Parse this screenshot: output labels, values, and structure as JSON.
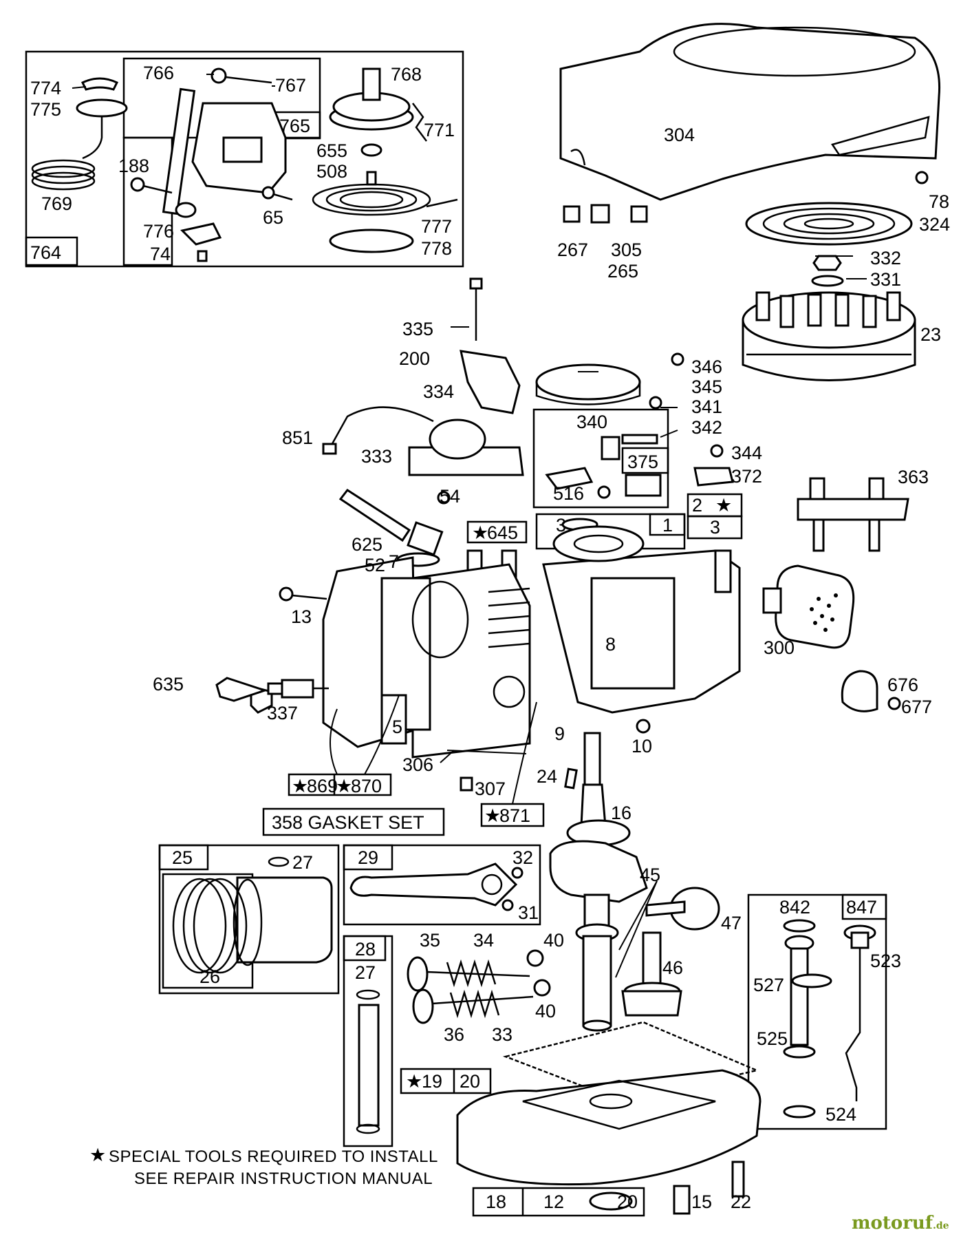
{
  "diagram": {
    "title": "",
    "labels": {
      "p774": "774",
      "p775": "775",
      "p769": "769",
      "p764": "764",
      "p766": "766",
      "p767": "767",
      "p765": "765",
      "p768": "768",
      "p771": "771",
      "p655": "655",
      "p508": "508",
      "p777": "777",
      "p778": "778",
      "p188": "188",
      "p776": "776",
      "p74": "74",
      "p65": "65",
      "p304": "304",
      "p78": "78",
      "p324": "324",
      "p267": "267",
      "p305": "305",
      "p265": "265",
      "p332": "332",
      "p331": "331",
      "p23": "23",
      "p335": "335",
      "p200": "200",
      "p334": "334",
      "p851": "851",
      "p333": "333",
      "p346": "346",
      "p345": "345",
      "p341": "341",
      "p340": "340",
      "p342": "342",
      "p375": "375",
      "p344": "344",
      "p372": "372",
      "p516": "516",
      "p363": "363",
      "p54": "54",
      "p625": "625",
      "p52": "52",
      "p645": "645",
      "p3a": "3",
      "p1": "1",
      "p2": "2",
      "p3b": "3",
      "p7": "7",
      "p13": "13",
      "p8": "8",
      "p300": "300",
      "p635": "635",
      "p337": "337",
      "p5": "5",
      "p9": "9",
      "p10": "10",
      "p676": "676",
      "p677": "677",
      "p306": "306",
      "p307": "307",
      "p24": "24",
      "p869": "869",
      "p870": "870",
      "p871": "871",
      "p16": "16",
      "p25": "25",
      "p27a": "27",
      "p26": "26",
      "p29": "29",
      "p32": "32",
      "p31": "31",
      "p45": "45",
      "p47": "47",
      "p46": "46",
      "p842": "842",
      "p847": "847",
      "p523": "523",
      "p527": "527",
      "p525": "525",
      "p524": "524",
      "p28": "28",
      "p27b": "27",
      "p35": "35",
      "p34": "34",
      "p40a": "40",
      "p36": "36",
      "p33": "33",
      "p40b": "40",
      "p19": "19",
      "p20a": "20",
      "p18": "18",
      "p12": "12",
      "p20b": "20",
      "p15": "15",
      "p22": "22"
    },
    "gasket_set": "358 GASKET SET",
    "note_line1": "SPECIAL TOOLS REQUIRED TO INSTALL",
    "note_line2": "SEE REPAIR INSTRUCTION MANUAL",
    "star_symbol": "★",
    "watermark_main": "motoruf",
    "watermark_suffix": ".de",
    "watermark_color": "#7a9a1f"
  }
}
